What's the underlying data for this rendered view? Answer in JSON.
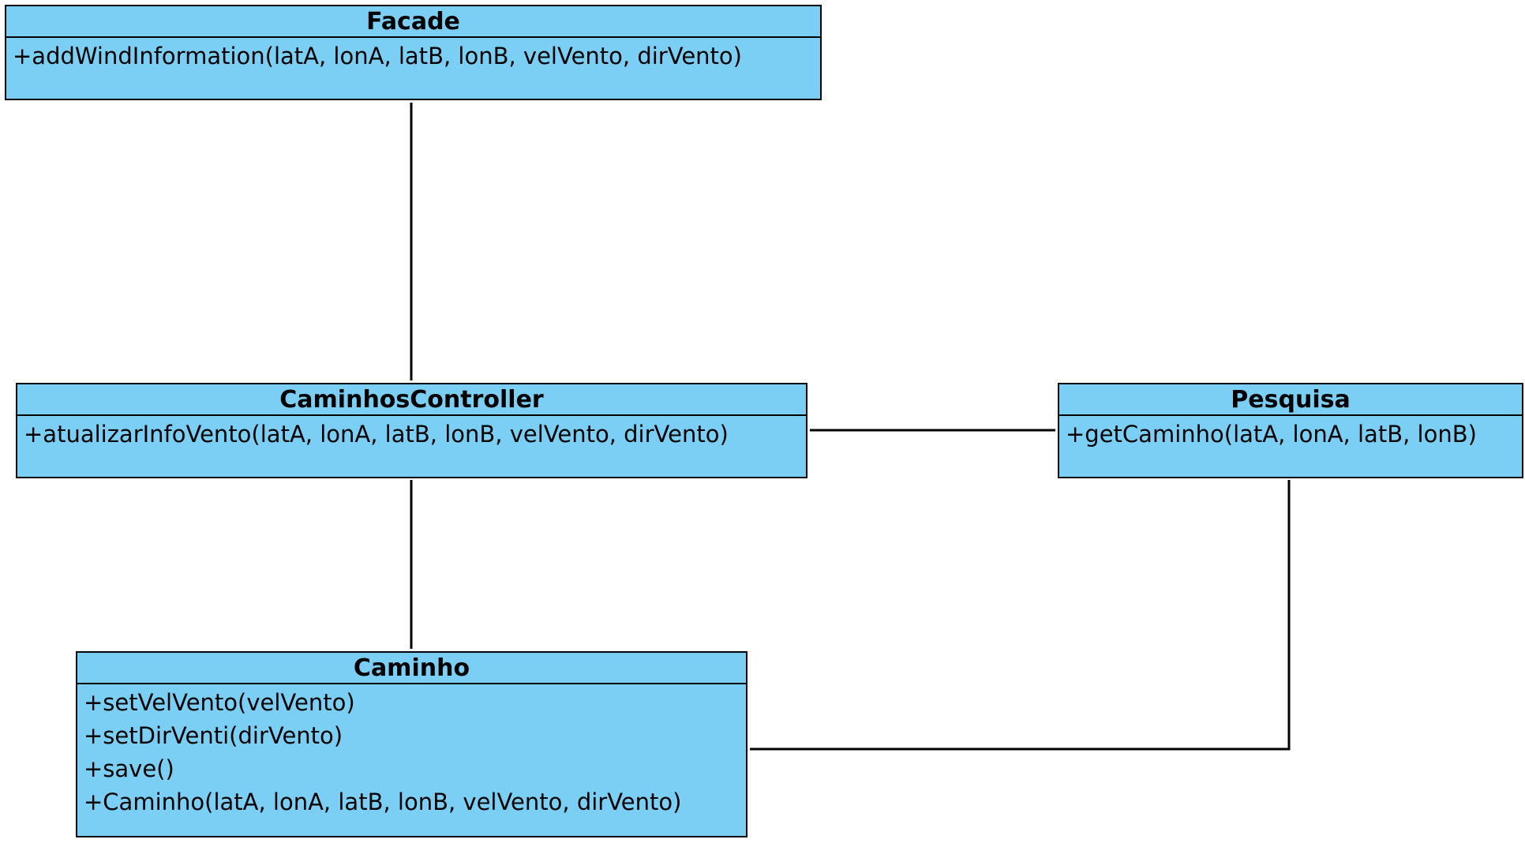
{
  "diagram": {
    "classes": [
      {
        "name": "Facade",
        "operations": [
          "+addWindInformation(latA, lonA, latB, lonB, velVento, dirVento)"
        ]
      },
      {
        "name": "CaminhosController",
        "operations": [
          "+atualizarInfoVento(latA, lonA, latB, lonB, velVento, dirVento)"
        ]
      },
      {
        "name": "Pesquisa",
        "operations": [
          "+getCaminho(latA, lonA, latB, lonB)"
        ]
      },
      {
        "name": "Caminho",
        "operations": [
          "+setVelVento(velVento)",
          "+setDirVenti(dirVento)",
          "+save()",
          "+Caminho(latA, lonA, latB, lonB, velVento, dirVento)"
        ]
      }
    ],
    "colors": {
      "class_fill": "#7bcff5",
      "border": "#000000"
    }
  }
}
